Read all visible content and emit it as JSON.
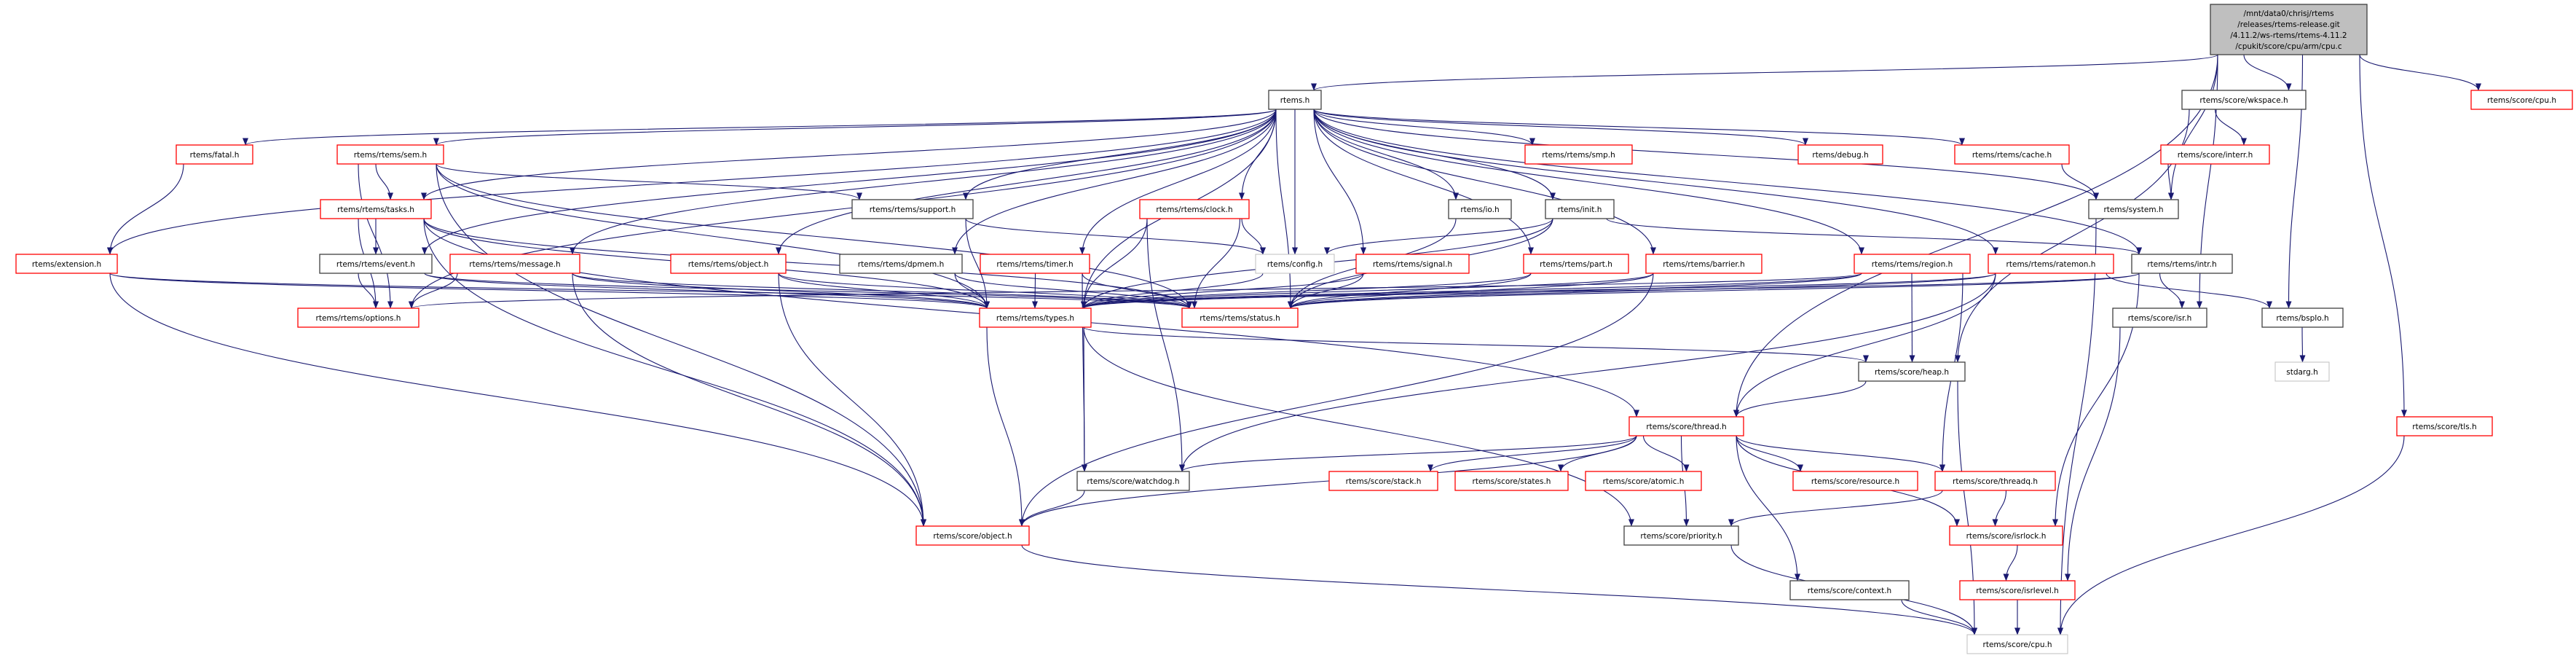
{
  "colors": {
    "edge": "#191970",
    "red_border": "#ff0000",
    "black_border": "#404040",
    "grey_border": "#bfbfbf",
    "root_fill": "#bfbfbf"
  },
  "nodes": [
    {
      "id": "root",
      "label": [
        "/mnt/data0/chrisj/rtems",
        "/releases/rtems-release.git",
        "/4.11.2/ws-rtems/rtems-4.11.2",
        "/cpukit/score/cpu/arm/cpu.c"
      ],
      "style": "root"
    },
    {
      "id": "rtems_h",
      "label": "rtems.h",
      "style": "black"
    },
    {
      "id": "wkspace",
      "label": "rtems/score/wkspace.h",
      "style": "black"
    },
    {
      "id": "cpu_top",
      "label": "rtems/score/cpu.h",
      "style": "red"
    },
    {
      "id": "fatal",
      "label": "rtems/fatal.h",
      "style": "red"
    },
    {
      "id": "sem",
      "label": "rtems/rtems/sem.h",
      "style": "red"
    },
    {
      "id": "smp",
      "label": "rtems/rtems/smp.h",
      "style": "red"
    },
    {
      "id": "debug",
      "label": "rtems/debug.h",
      "style": "red"
    },
    {
      "id": "cache",
      "label": "rtems/rtems/cache.h",
      "style": "red"
    },
    {
      "id": "interr",
      "label": "rtems/score/interr.h",
      "style": "red"
    },
    {
      "id": "tasks",
      "label": "rtems/rtems/tasks.h",
      "style": "red"
    },
    {
      "id": "support",
      "label": "rtems/rtems/support.h",
      "style": "black"
    },
    {
      "id": "clock",
      "label": "rtems/rtems/clock.h",
      "style": "red"
    },
    {
      "id": "io",
      "label": "rtems/io.h",
      "style": "black"
    },
    {
      "id": "init",
      "label": "rtems/init.h",
      "style": "black"
    },
    {
      "id": "system",
      "label": "rtems/system.h",
      "style": "black"
    },
    {
      "id": "extension",
      "label": "rtems/extension.h",
      "style": "red"
    },
    {
      "id": "event",
      "label": "rtems/rtems/event.h",
      "style": "black"
    },
    {
      "id": "message",
      "label": "rtems/rtems/message.h",
      "style": "red"
    },
    {
      "id": "robject",
      "label": "rtems/rtems/object.h",
      "style": "red"
    },
    {
      "id": "dpmem",
      "label": "rtems/rtems/dpmem.h",
      "style": "black"
    },
    {
      "id": "timer",
      "label": "rtems/rtems/timer.h",
      "style": "red"
    },
    {
      "id": "config",
      "label": "rtems/config.h",
      "style": "grey"
    },
    {
      "id": "signal",
      "label": "rtems/rtems/signal.h",
      "style": "red"
    },
    {
      "id": "part",
      "label": "rtems/rtems/part.h",
      "style": "red"
    },
    {
      "id": "barrier",
      "label": "rtems/rtems/barrier.h",
      "style": "red"
    },
    {
      "id": "region",
      "label": "rtems/rtems/region.h",
      "style": "red"
    },
    {
      "id": "ratemon",
      "label": "rtems/rtems/ratemon.h",
      "style": "red"
    },
    {
      "id": "intr",
      "label": "rtems/rtems/intr.h",
      "style": "black"
    },
    {
      "id": "options",
      "label": "rtems/rtems/options.h",
      "style": "red"
    },
    {
      "id": "types",
      "label": "rtems/rtems/types.h",
      "style": "red"
    },
    {
      "id": "status",
      "label": "rtems/rtems/status.h",
      "style": "red"
    },
    {
      "id": "isr",
      "label": "rtems/score/isr.h",
      "style": "black"
    },
    {
      "id": "bspio",
      "label": "rtems/bspIo.h",
      "style": "black"
    },
    {
      "id": "heap",
      "label": "rtems/score/heap.h",
      "style": "black"
    },
    {
      "id": "stdarg",
      "label": "stdarg.h",
      "style": "grey"
    },
    {
      "id": "thread",
      "label": "rtems/score/thread.h",
      "style": "red"
    },
    {
      "id": "tls",
      "label": "rtems/score/tls.h",
      "style": "red"
    },
    {
      "id": "watchdog",
      "label": "rtems/score/watchdog.h",
      "style": "black"
    },
    {
      "id": "stack",
      "label": "rtems/score/stack.h",
      "style": "red"
    },
    {
      "id": "states",
      "label": "rtems/score/states.h",
      "style": "red"
    },
    {
      "id": "atomic",
      "label": "rtems/score/atomic.h",
      "style": "red"
    },
    {
      "id": "resource",
      "label": "rtems/score/resource.h",
      "style": "red"
    },
    {
      "id": "threadq",
      "label": "rtems/score/threadq.h",
      "style": "red"
    },
    {
      "id": "sobject",
      "label": "rtems/score/object.h",
      "style": "red"
    },
    {
      "id": "priority",
      "label": "rtems/score/priority.h",
      "style": "black"
    },
    {
      "id": "isrlock",
      "label": "rtems/score/isrlock.h",
      "style": "red"
    },
    {
      "id": "context",
      "label": "rtems/score/context.h",
      "style": "black"
    },
    {
      "id": "isrlevel",
      "label": "rtems/score/isrlevel.h",
      "style": "red"
    },
    {
      "id": "cpu",
      "label": "rtems/score/cpu.h",
      "style": "grey"
    }
  ],
  "edges": [
    [
      "root",
      "rtems_h"
    ],
    [
      "root",
      "wkspace"
    ],
    [
      "root",
      "cpu_top"
    ],
    [
      "root",
      "system"
    ],
    [
      "root",
      "bspio"
    ],
    [
      "root",
      "thread"
    ],
    [
      "root",
      "tls"
    ],
    [
      "root",
      "isr"
    ],
    [
      "rtems_h",
      "fatal"
    ],
    [
      "rtems_h",
      "sem"
    ],
    [
      "rtems_h",
      "tasks"
    ],
    [
      "rtems_h",
      "extension"
    ],
    [
      "rtems_h",
      "options"
    ],
    [
      "rtems_h",
      "event"
    ],
    [
      "rtems_h",
      "message"
    ],
    [
      "rtems_h",
      "support"
    ],
    [
      "rtems_h",
      "robject"
    ],
    [
      "rtems_h",
      "dpmem"
    ],
    [
      "rtems_h",
      "timer"
    ],
    [
      "rtems_h",
      "clock"
    ],
    [
      "rtems_h",
      "config"
    ],
    [
      "rtems_h",
      "types"
    ],
    [
      "rtems_h",
      "status"
    ],
    [
      "rtems_h",
      "signal"
    ],
    [
      "rtems_h",
      "io"
    ],
    [
      "rtems_h",
      "init"
    ],
    [
      "rtems_h",
      "part"
    ],
    [
      "rtems_h",
      "barrier"
    ],
    [
      "rtems_h",
      "region"
    ],
    [
      "rtems_h",
      "ratemon"
    ],
    [
      "rtems_h",
      "intr"
    ],
    [
      "rtems_h",
      "smp"
    ],
    [
      "rtems_h",
      "debug"
    ],
    [
      "rtems_h",
      "cache"
    ],
    [
      "rtems_h",
      "system"
    ],
    [
      "fatal",
      "extension"
    ],
    [
      "sem",
      "tasks"
    ],
    [
      "sem",
      "options"
    ],
    [
      "sem",
      "support"
    ],
    [
      "sem",
      "status"
    ],
    [
      "sem",
      "types"
    ],
    [
      "sem",
      "sobject"
    ],
    [
      "tasks",
      "event"
    ],
    [
      "tasks",
      "options"
    ],
    [
      "tasks",
      "types"
    ],
    [
      "tasks",
      "status"
    ],
    [
      "tasks",
      "sobject"
    ],
    [
      "tasks",
      "thread"
    ],
    [
      "extension",
      "types"
    ],
    [
      "extension",
      "status"
    ],
    [
      "extension",
      "sobject"
    ],
    [
      "event",
      "options"
    ],
    [
      "event",
      "types"
    ],
    [
      "event",
      "status"
    ],
    [
      "message",
      "options"
    ],
    [
      "message",
      "types"
    ],
    [
      "message",
      "status"
    ],
    [
      "message",
      "sobject"
    ],
    [
      "support",
      "types"
    ],
    [
      "support",
      "config"
    ],
    [
      "clock",
      "config"
    ],
    [
      "clock",
      "types"
    ],
    [
      "clock",
      "status"
    ],
    [
      "clock",
      "watchdog"
    ],
    [
      "robject",
      "types"
    ],
    [
      "robject",
      "status"
    ],
    [
      "robject",
      "sobject"
    ],
    [
      "dpmem",
      "types"
    ],
    [
      "dpmem",
      "status"
    ],
    [
      "timer",
      "types"
    ],
    [
      "timer",
      "status"
    ],
    [
      "timer",
      "watchdog"
    ],
    [
      "config",
      "types"
    ],
    [
      "signal",
      "types"
    ],
    [
      "signal",
      "status"
    ],
    [
      "io",
      "status"
    ],
    [
      "init",
      "types"
    ],
    [
      "init",
      "config"
    ],
    [
      "init",
      "status"
    ],
    [
      "init",
      "intr"
    ],
    [
      "part",
      "types"
    ],
    [
      "part",
      "status"
    ],
    [
      "barrier",
      "types"
    ],
    [
      "barrier",
      "status"
    ],
    [
      "barrier",
      "sobject"
    ],
    [
      "region",
      "types"
    ],
    [
      "region",
      "status"
    ],
    [
      "region",
      "options"
    ],
    [
      "region",
      "heap"
    ],
    [
      "region",
      "threadq"
    ],
    [
      "ratemon",
      "types"
    ],
    [
      "ratemon",
      "status"
    ],
    [
      "ratemon",
      "thread"
    ],
    [
      "ratemon",
      "watchdog"
    ],
    [
      "ratemon",
      "bspio"
    ],
    [
      "intr",
      "types"
    ],
    [
      "intr",
      "status"
    ],
    [
      "intr",
      "isr"
    ],
    [
      "intr",
      "isrlock"
    ],
    [
      "cache",
      "system"
    ],
    [
      "interr",
      "system"
    ],
    [
      "wkspace",
      "interr"
    ],
    [
      "wkspace",
      "heap"
    ],
    [
      "system",
      "cpu"
    ],
    [
      "bspio",
      "stdarg"
    ],
    [
      "types",
      "heap"
    ],
    [
      "types",
      "watchdog"
    ],
    [
      "types",
      "sobject"
    ],
    [
      "types",
      "priority"
    ],
    [
      "heap",
      "thread"
    ],
    [
      "heap",
      "cpu"
    ],
    [
      "thread",
      "stack"
    ],
    [
      "thread",
      "states"
    ],
    [
      "thread",
      "atomic"
    ],
    [
      "thread",
      "resource"
    ],
    [
      "thread",
      "threadq"
    ],
    [
      "thread",
      "priority"
    ],
    [
      "thread",
      "context"
    ],
    [
      "thread",
      "isrlock"
    ],
    [
      "thread",
      "watchdog"
    ],
    [
      "thread",
      "sobject"
    ],
    [
      "watchdog",
      "sobject"
    ],
    [
      "sobject",
      "cpu"
    ],
    [
      "threadq",
      "priority"
    ],
    [
      "threadq",
      "isrlock"
    ],
    [
      "isr",
      "isrlevel"
    ],
    [
      "isrlock",
      "isrlevel"
    ],
    [
      "isrlevel",
      "cpu"
    ],
    [
      "priority",
      "cpu"
    ],
    [
      "context",
      "cpu"
    ],
    [
      "tls",
      "cpu"
    ]
  ]
}
